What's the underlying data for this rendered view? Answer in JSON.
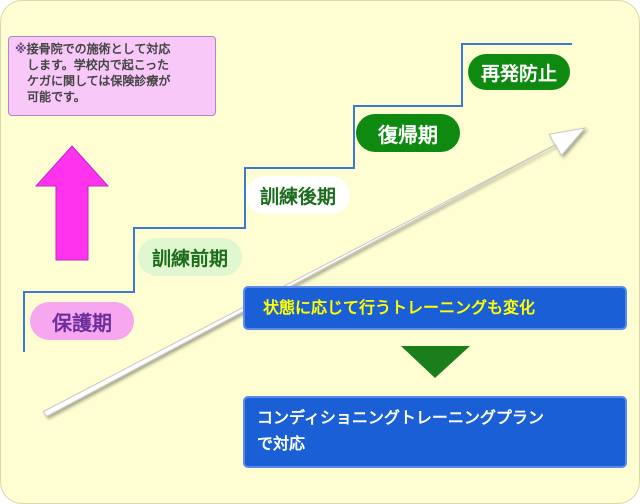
{
  "note": {
    "mark": "※",
    "lines": [
      "接骨院での施術として対応",
      "します。学校内で起こった",
      "ケガに関しては保険診療が",
      "可能です。"
    ]
  },
  "phases": [
    {
      "label": "保護期",
      "fill": "#f7a6f0",
      "text": "#6d2f9e"
    },
    {
      "label": "訓練前期",
      "fill": "#e0f7d0",
      "text": "#1e6d1e"
    },
    {
      "label": "訓練後期",
      "fill": "#ffffff",
      "text": "#1e6d1e"
    },
    {
      "label": "復帰期",
      "fill": "#0f8a10",
      "text": "#ffffff"
    },
    {
      "label": "再発防止",
      "fill": "#0f8a10",
      "text": "#ffffff"
    }
  ],
  "banner": {
    "text": "状態に応じて行うトレーニングも変化",
    "color": "#ffff00"
  },
  "plan": {
    "lines": [
      "コンディショニングトレーニングプラン",
      "で対応"
    ],
    "color": "#ffffff"
  },
  "colors": {
    "step_line": "#3a7ad0",
    "up_arrow": "#ff33ee",
    "down_arrow": "#1a7f1a",
    "diag_arrow": "#ffffff"
  }
}
